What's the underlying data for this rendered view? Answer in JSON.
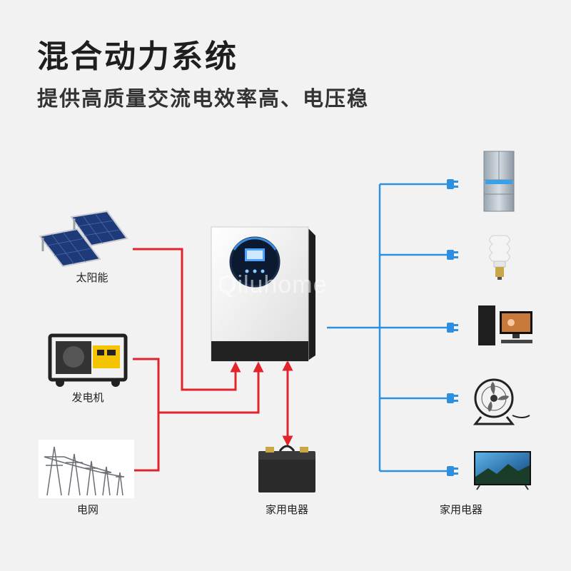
{
  "title": "混合动力系统",
  "subtitle": "提供高质量交流电效率高、电压稳",
  "watermark": "Qiluhome",
  "sources": [
    {
      "label": "太阳能",
      "icon": "solar-panel-icon"
    },
    {
      "label": "发电机",
      "icon": "generator-icon"
    },
    {
      "label": "电网",
      "icon": "power-grid-icon"
    }
  ],
  "battery": {
    "label": "家用电器",
    "icon": "battery-icon"
  },
  "appliances_label": "家用电器",
  "appliances": [
    {
      "icon": "refrigerator-icon"
    },
    {
      "icon": "light-bulb-icon"
    },
    {
      "icon": "desktop-computer-icon"
    },
    {
      "icon": "electric-fan-icon"
    },
    {
      "icon": "television-icon"
    }
  ],
  "colors": {
    "input_line": "#e0242c",
    "output_line": "#2d8fe0",
    "background": "#f2f2f2"
  }
}
